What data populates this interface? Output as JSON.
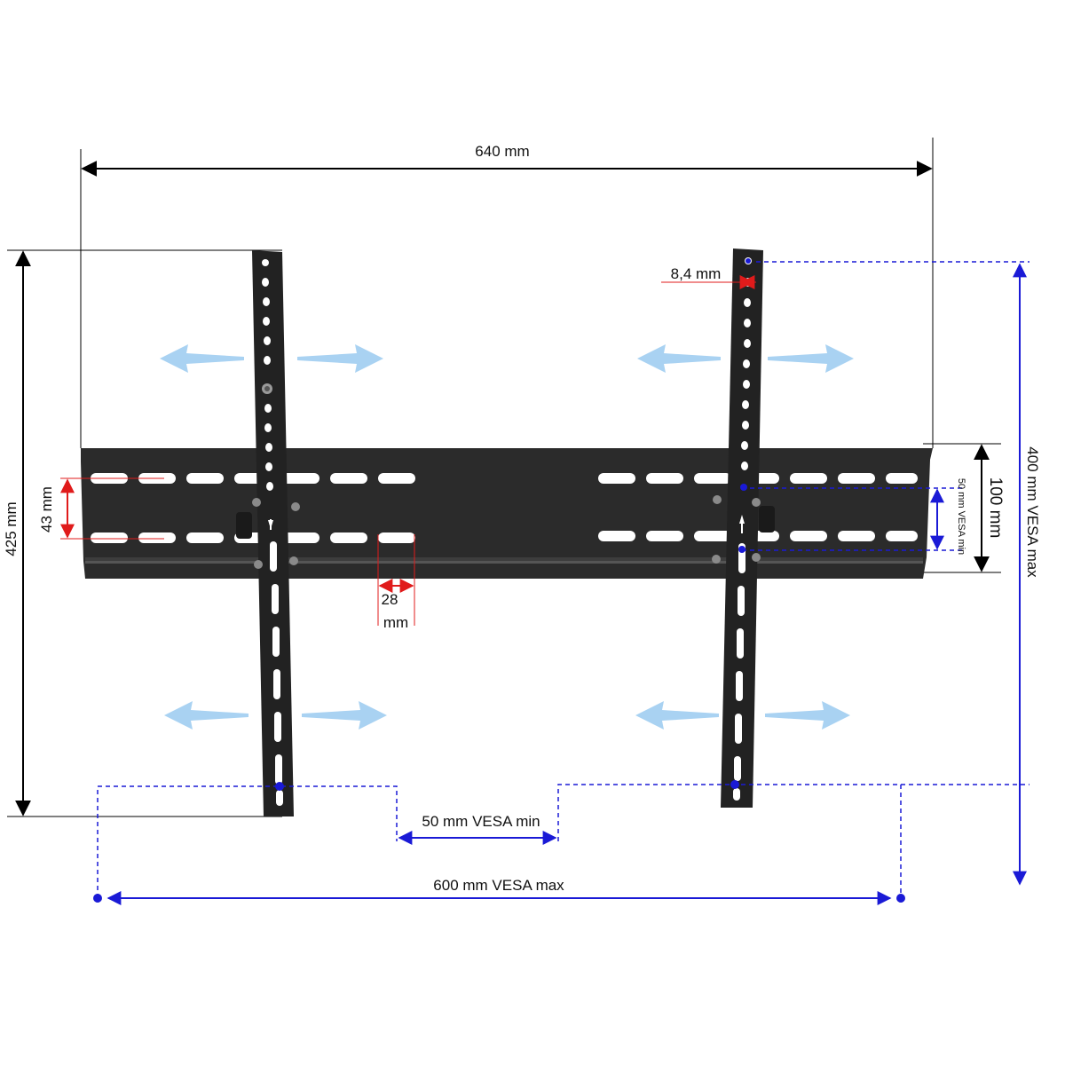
{
  "diagram": {
    "labels": {
      "width": "640 mm",
      "height": "425 mm",
      "hole_size": "8,4 mm",
      "slot_height": "43 mm",
      "slot_width_value": "28",
      "slot_width_unit": "mm",
      "rail_height": "100 mm",
      "vesa_min_vertical": "50 mm VESA min",
      "vesa_max_vertical": "400 mm VESA max",
      "vesa_min_horizontal": "50 mm VESA min",
      "vesa_max_horizontal": "600 mm VESA max"
    },
    "colors": {
      "bracket": "#2b2b2b",
      "dimension_black": "#000000",
      "dimension_red": "#e01b1b",
      "vesa_blue": "#1a1ad6",
      "arrow_light_blue": "#a9d2f2"
    }
  }
}
